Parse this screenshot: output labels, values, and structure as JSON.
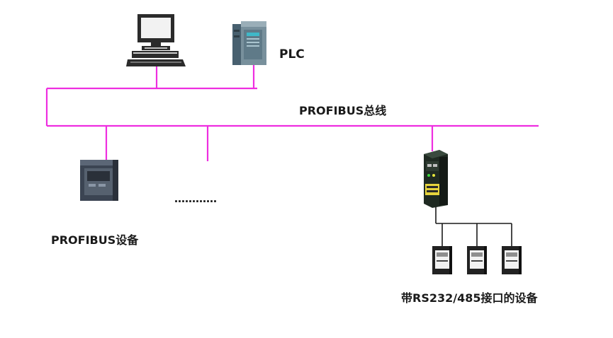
{
  "labels": {
    "plc": "PLC",
    "bus": "PROFIBUS总线",
    "profibus_device": "PROFIBUS设备",
    "dots": "…………",
    "rs_devices": "带RS232/485接口的设备"
  },
  "colors": {
    "bus_line": "#ee2ee0",
    "serial_line": "#1a1a1a",
    "device_body": "#2a2a2a"
  },
  "icons": {
    "computer": "computer-icon",
    "plc": "plc-icon",
    "profibus_device": "drive-icon",
    "gateway": "gateway-icon",
    "serial_devices": [
      "serial-device-icon",
      "serial-device-icon",
      "serial-device-icon"
    ]
  }
}
